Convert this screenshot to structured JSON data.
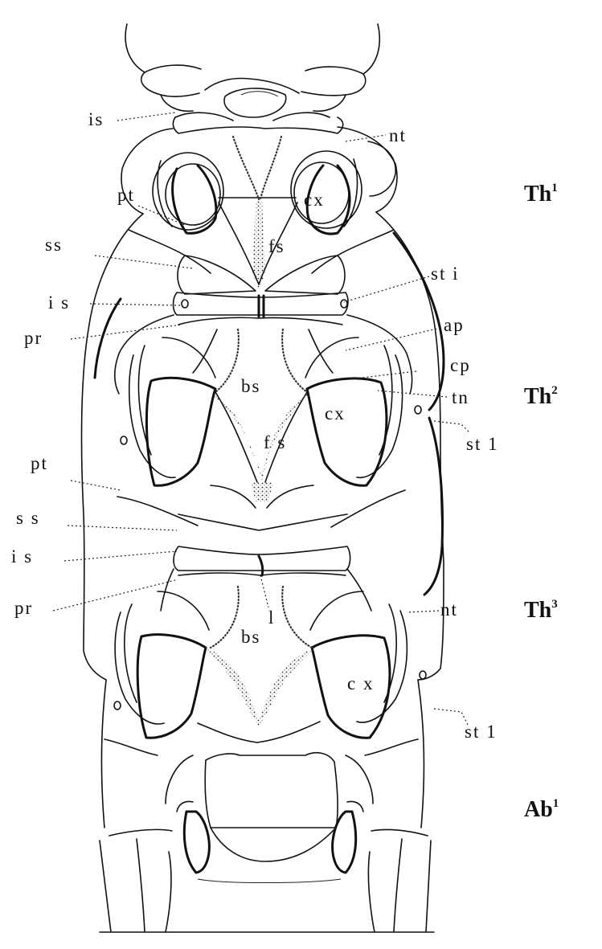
{
  "labels": {
    "is_1": "is",
    "nt_1": "nt",
    "pt_1": "pt",
    "cx_1": "cx",
    "fs_1": "fs",
    "ss_1": "ss",
    "sti_1": "st i",
    "is_2": "i s",
    "pr_1": "pr",
    "ap": "ap",
    "cp": "cp",
    "bs_1": "bs",
    "cx_2": "cx",
    "tn": "tn",
    "pt_2": "pt",
    "fs_2": "f s",
    "st1_2": "st 1",
    "ss_2": "s s",
    "is_3": "i s",
    "pr_2": "pr",
    "l": "l",
    "nt_2": "nt",
    "bs_2": "bs",
    "cx_3": "c x",
    "st1_3": "st 1"
  },
  "segments": {
    "th1": {
      "base": "Th",
      "sup": "1"
    },
    "th2": {
      "base": "Th",
      "sup": "2"
    },
    "th3": {
      "base": "Th",
      "sup": "3"
    },
    "ab1": {
      "base": "Ab",
      "sup": "1"
    }
  }
}
